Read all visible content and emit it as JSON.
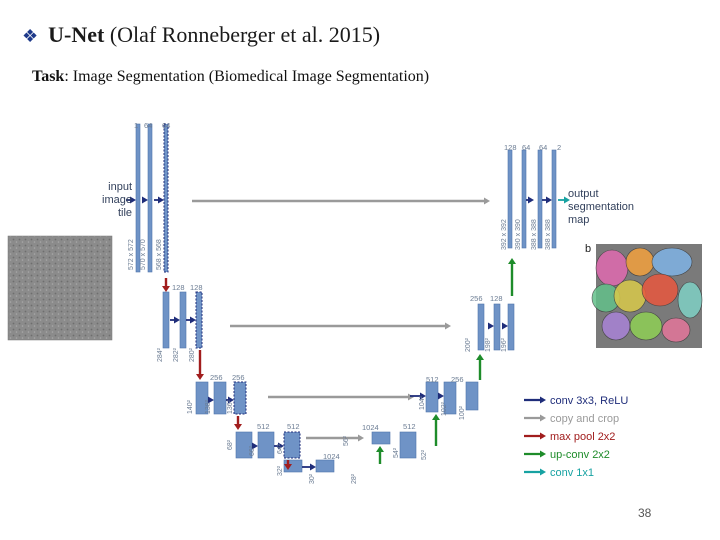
{
  "slide": {
    "title_bullet": "❖",
    "title_bold": "U-Net",
    "title_rest": " (Olaf Ronneberger et al. 2015)",
    "task_bold": "Task",
    "task_rest": ": Image Segmentation (Biomedical Image Segmentation)",
    "page_number": "38"
  },
  "diagram": {
    "input_label": [
      "input",
      "image",
      "tile"
    ],
    "output_label": [
      "output",
      "segmentation",
      "map"
    ],
    "panel_letter": "b",
    "channel_labels": [
      "1",
      "64",
      "64",
      "128",
      "128",
      "256",
      "256",
      "512",
      "512",
      "1024",
      "1024",
      "512",
      "256",
      "128",
      "128",
      "64",
      "64",
      "2"
    ],
    "size_labels": [
      "572 x 572",
      "570 x 570",
      "568 x 568",
      "284²",
      "282²",
      "280²",
      "140²",
      "138²",
      "136²",
      "68²",
      "66²",
      "64²",
      "32²",
      "30²",
      "28²",
      "56²",
      "54²",
      "52²",
      "104²",
      "102²",
      "100²",
      "200²",
      "198²",
      "196²",
      "392 x 392",
      "390 x 390",
      "388 x 388",
      "388 x 388"
    ],
    "legend": [
      {
        "label": "conv 3x3, ReLU",
        "color": "#1f2d7a"
      },
      {
        "label": "copy and crop",
        "color": "#9a9a9a"
      },
      {
        "label": "max pool 2x2",
        "color": "#a11d1d"
      },
      {
        "label": "up-conv 2x2",
        "color": "#1e8c2a"
      },
      {
        "label": "conv 1x1",
        "color": "#17a2a2"
      }
    ],
    "colors": {
      "block": "#6f93c6",
      "block_edge": "#4f74aa",
      "label": "#6b7c93",
      "conv": "#1f2d7a",
      "copy": "#9a9a9a",
      "pool": "#a11d1d",
      "up": "#1e8c2a",
      "final": "#17a2a2"
    }
  }
}
